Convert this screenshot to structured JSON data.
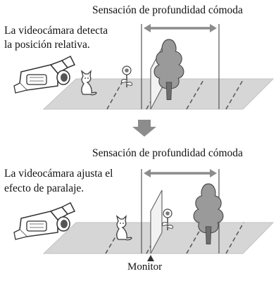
{
  "panel_top": {
    "depth_label": "Sensación de profundidad cómoda",
    "caption_line1": "La videocámara detecta",
    "caption_line2": "la posición relativa."
  },
  "panel_bottom": {
    "depth_label": "Sensación de profundidad cómoda",
    "caption_line1": "La videocámara ajusta el",
    "caption_line2": "efecto de paralaje.",
    "monitor_label": "Monitor"
  },
  "colors": {
    "ground": "#d6d6d6",
    "outline": "#4a4a4a",
    "tree": "#8a8a8a",
    "arrow": "#8c8c8c",
    "monitor_plane": "#efefef"
  },
  "icons": [
    "camcorder-icon",
    "cat-icon",
    "flower-icon",
    "tree-icon",
    "down-arrow-icon"
  ]
}
